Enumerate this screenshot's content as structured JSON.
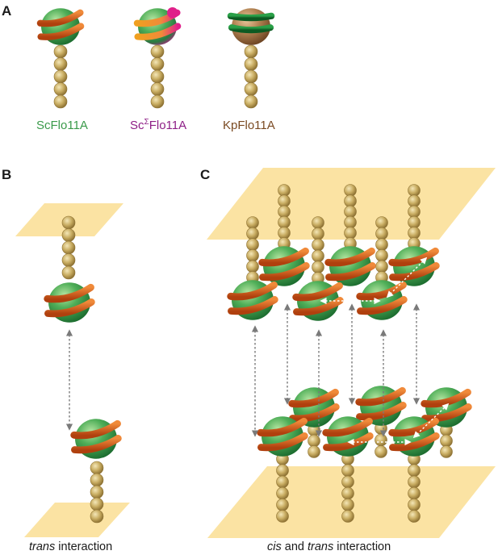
{
  "panels": {
    "a": {
      "letter": "A",
      "variants": [
        {
          "label": "ScFlo11A",
          "color": "#3a9a4a",
          "kind": "sc"
        },
        {
          "label_prefix": "Sc",
          "label_sup": "Σ",
          "label_suffix": "Flo11A",
          "color": "#8e1f86",
          "kind": "sigma"
        },
        {
          "label": "KpFlo11A",
          "color": "#7a4a22",
          "kind": "kp"
        }
      ]
    },
    "b": {
      "letter": "B",
      "caption_italic": "trans",
      "caption_rest": " interaction"
    },
    "c": {
      "letter": "C",
      "caption_italic_1": "cis",
      "caption_middle": " and ",
      "caption_italic_2": "trans",
      "caption_rest": " interaction"
    }
  },
  "colors": {
    "membrane": "#fbe3a3",
    "bead": "#c9ad62",
    "sphere": "#3a9a4a",
    "ribbon": "#d9591b",
    "kp_ribbon": "#1a7a32",
    "kp_sphere": "#a97a4a",
    "sigma_accent": "#e0208a",
    "arrow_gray": "#7a7a7a",
    "arrow_white": "#ffffff"
  }
}
